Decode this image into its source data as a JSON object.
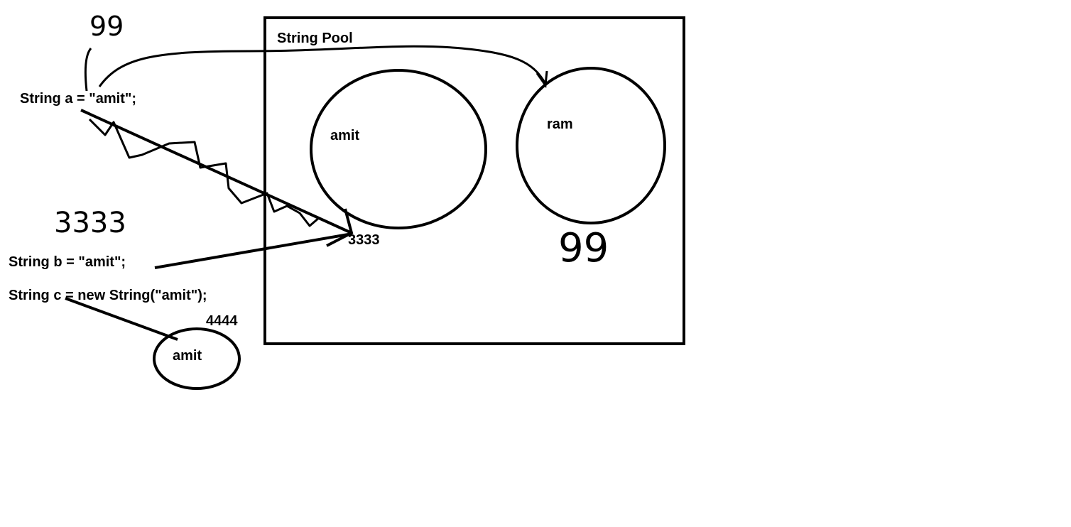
{
  "code": {
    "line_a": "String a = \"amit\";",
    "line_b": "String b = \"amit\";",
    "line_c": "String c = new String(\"amit\");"
  },
  "pool": {
    "title": "String Pool",
    "items": [
      {
        "label": "amit",
        "address": "3333"
      },
      {
        "label": "ram"
      }
    ]
  },
  "heap": {
    "label": "amit",
    "address": "4444"
  },
  "annotations": {
    "a_address": "99",
    "b_address": "3333",
    "ram_address": "99"
  },
  "colors": {
    "ink": "#000000",
    "background": "#ffffff"
  }
}
